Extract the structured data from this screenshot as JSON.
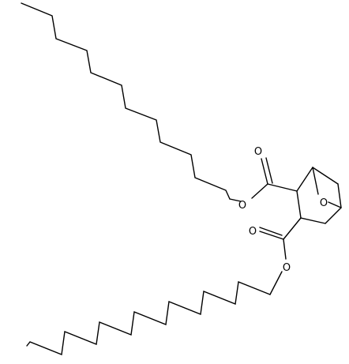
{
  "atoms": {
    "ester_oxygen_1": "O",
    "carbonyl_oxygen_1": "O",
    "ester_oxygen_2": "O",
    "carbonyl_oxygen_2": "O",
    "bridge_oxygen": "O"
  }
}
